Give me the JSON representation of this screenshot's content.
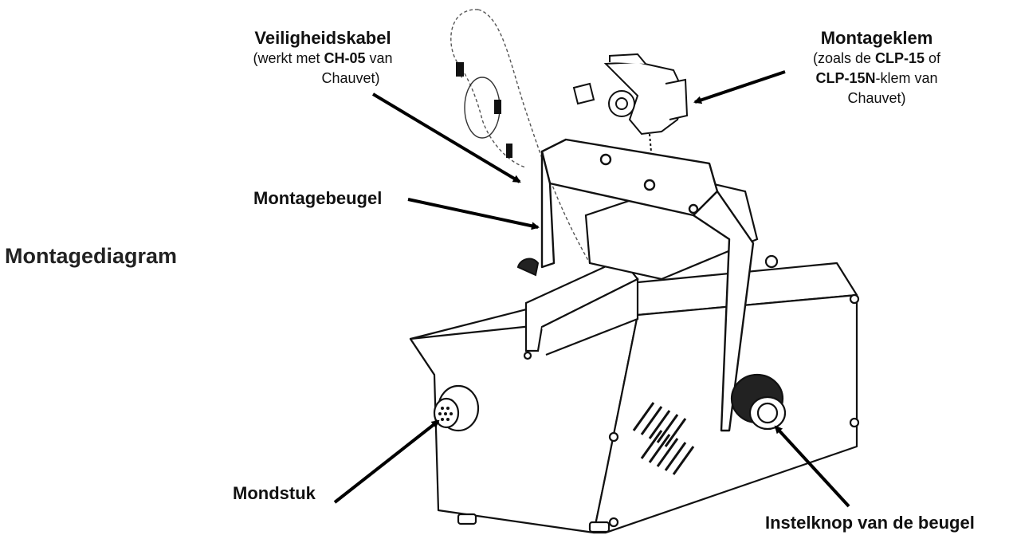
{
  "title": "Montagediagram",
  "labels": {
    "safety_cable": {
      "heading": "Veiligheidskabel",
      "line1_pre": "(werkt met ",
      "line1_bold": "CH-05",
      "line1_post": " van",
      "line2": "Chauvet)"
    },
    "clamp": {
      "heading": "Montageklem",
      "line1_pre": "(zoals de  ",
      "line1_bold": "CLP-15",
      "line1_post": " of",
      "line2_bold": "CLP-15N",
      "line2_post": "-klem van",
      "line3": "Chauvet)"
    },
    "bracket": "Montagebeugel",
    "nozzle": "Mondstuk",
    "knob": "Instelknop van de beugel"
  }
}
